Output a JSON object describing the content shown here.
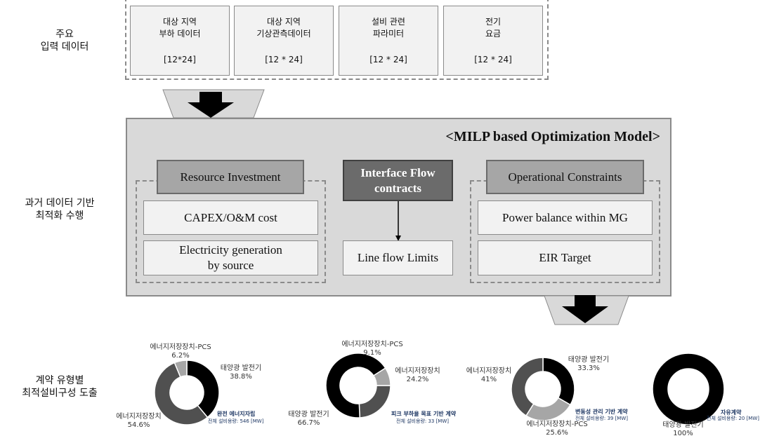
{
  "row_labels": {
    "input": [
      "주요",
      "입력 데이터"
    ],
    "model": [
      "과거 데이터 기반",
      "최적화 수행"
    ],
    "result": [
      "계약 유형별",
      "최적설비구성 도출"
    ]
  },
  "inputs": [
    {
      "lines": [
        "대상 지역",
        "부하 데이터"
      ],
      "size": "[12*24]"
    },
    {
      "lines": [
        "대상 지역",
        "기상관측데이터"
      ],
      "size": "[12 * 24]"
    },
    {
      "lines": [
        "설비 관련",
        "파라미터"
      ],
      "size": "[12 * 24]"
    },
    {
      "lines": [
        "전기",
        "요금"
      ],
      "size": "[12 * 24]"
    }
  ],
  "model": {
    "title": "<MILP based Optimization Model>",
    "resource": {
      "header": "Resource Investment",
      "items": [
        "CAPEX/O&M cost",
        "Electricity generation",
        "by source"
      ]
    },
    "interface": {
      "header_lines": [
        "Interface Flow",
        "contracts"
      ],
      "item": "Line flow Limits"
    },
    "operational": {
      "header": "Operational Constraints",
      "items": [
        "Power balance within MG",
        "EIR Target"
      ]
    }
  },
  "colors": {
    "solar": "#000000",
    "ess": "#505050",
    "pcs": "#a6a6a6",
    "ring_gap": "#ffffff",
    "title": "#1f3864"
  },
  "chart_data": [
    {
      "type": "pie",
      "title": "완전 에너지자립",
      "subtitle": "전체 설비용량: 546 [MW]",
      "slices": [
        {
          "label": "태양광 발전기",
          "value": 38.8,
          "value_text": "38.8%",
          "color": "#000000"
        },
        {
          "label": "에너지저장장치",
          "value": 54.6,
          "value_text": "54.6%",
          "color": "#505050"
        },
        {
          "label": "에너지저장장치-PCS",
          "value": 6.2,
          "value_text": "6.2%",
          "color": "#a6a6a6"
        }
      ]
    },
    {
      "type": "pie",
      "title": "피크 부하율 목표 기반 계약",
      "subtitle": "전체 설비용량: 33 [MW]",
      "slices": [
        {
          "label": "에너지저장장치",
          "value": 24.2,
          "value_text": "24.2%",
          "color": "#505050"
        },
        {
          "label": "태양광 발전기",
          "value": 66.7,
          "value_text": "66.7%",
          "color": "#000000"
        },
        {
          "label": "에너지저장장치-PCS",
          "value": 9.1,
          "value_text": "9.1%",
          "color": "#a6a6a6"
        }
      ]
    },
    {
      "type": "pie",
      "title": "변동성 관리 기반 계약",
      "subtitle": "전체 설비용량: 39 [MW]",
      "slices": [
        {
          "label": "태양광 발전기",
          "value": 33.3,
          "value_text": "33.3%",
          "color": "#000000"
        },
        {
          "label": "에너지저장장치-PCS",
          "value": 25.6,
          "value_text": "25.6%",
          "color": "#a6a6a6"
        },
        {
          "label": "에너지저장장치",
          "value": 41,
          "value_text": "41%",
          "color": "#505050"
        }
      ]
    },
    {
      "type": "pie",
      "title": "자유계약",
      "subtitle": "전체 설비용량: 20 [MW]",
      "slices": [
        {
          "label": "태양광 발전기",
          "value": 100,
          "value_text": "100%",
          "color": "#000000"
        }
      ]
    }
  ]
}
